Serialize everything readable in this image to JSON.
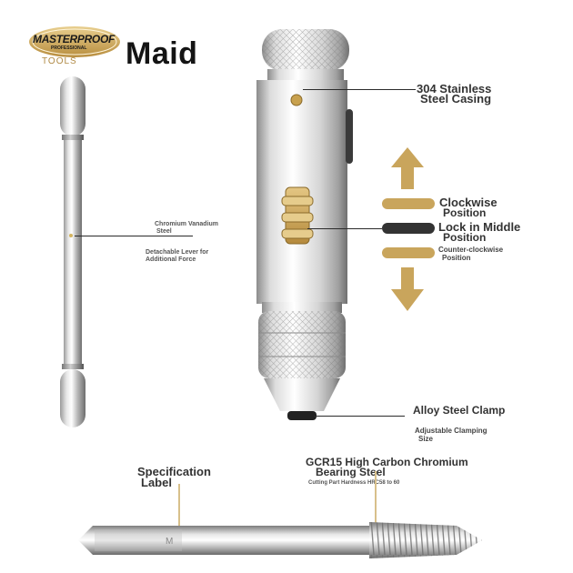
{
  "brand": {
    "logo_top": "MASTERPROOF",
    "logo_sub": "PROFESSIONAL",
    "logo_bottom": "TOOLS",
    "name": "Maid"
  },
  "labels": {
    "casing": "304 Stainless Steel Casing",
    "clockwise_line1": "Clockwise",
    "clockwise_line2": "Position",
    "lock_line1": "Lock in Middle",
    "lock_line2": "Position",
    "ccw_line1": "Counter-clockwise",
    "ccw_line2": "Position",
    "lever_material_line1": "Chromium Vanadium",
    "lever_material_line2": "Steel",
    "lever_desc_line1": "Detachable Lever for",
    "lever_desc_line2": "Additional Force",
    "clamp": "Alloy Steel Clamp",
    "clamp_desc_line1": "Adjustable Clamping",
    "clamp_desc_line2": "Size",
    "spec_line1": "Specification",
    "spec_line2": "Label",
    "gcr_line1": "GCR15 High Carbon Chromium",
    "gcr_line2": "Bearing Steel",
    "hardness": "Cutting Part Hardness HRC58 to 60"
  },
  "colors": {
    "gold": "#c9a55c",
    "dark_bar": "#333333",
    "steel_light": "#f4f4f4",
    "steel_dark": "#8a8a8a",
    "text": "#333333"
  },
  "icons": {
    "up": "arrow-up-icon",
    "down": "arrow-down-icon"
  }
}
